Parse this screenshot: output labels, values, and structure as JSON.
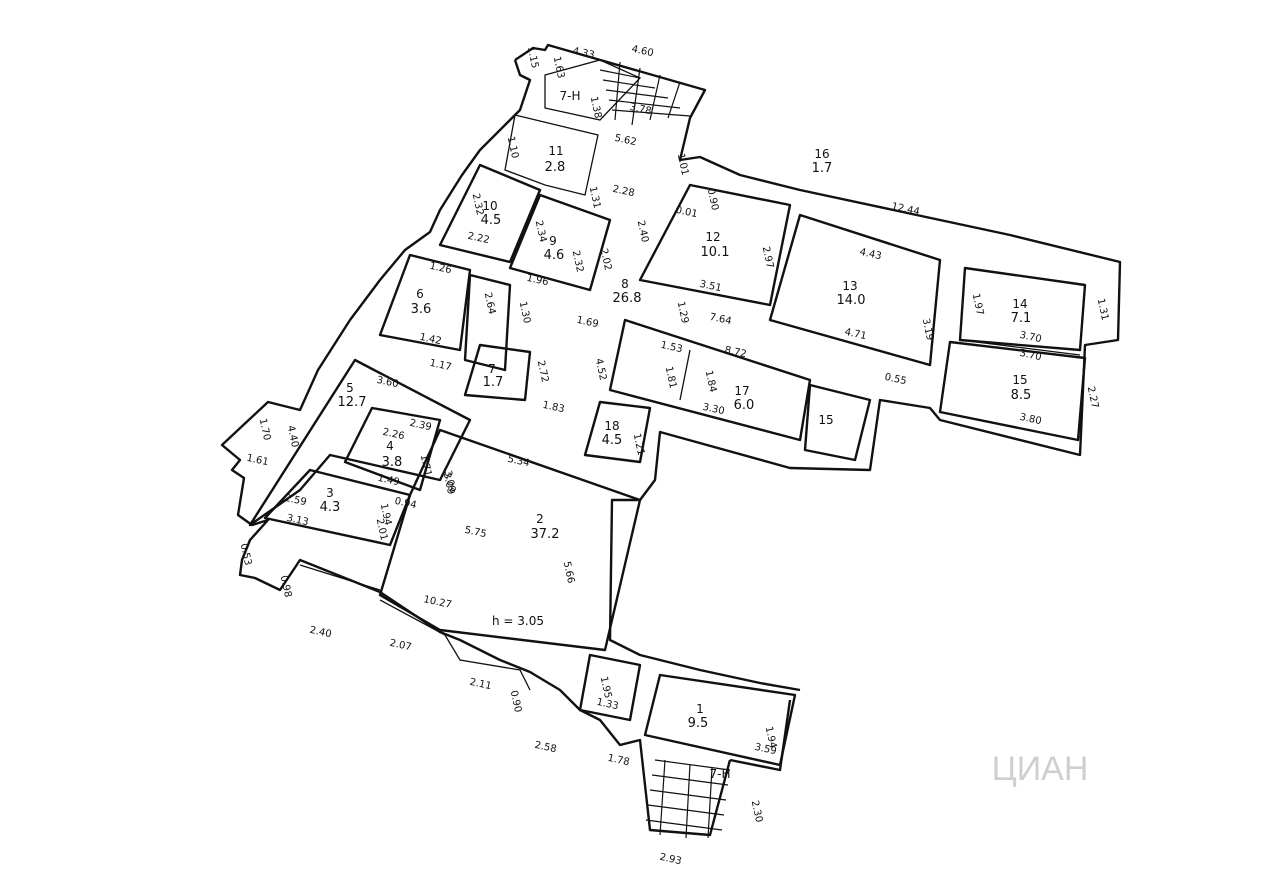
{
  "plan": {
    "ceiling_height": "h = 3.05",
    "stair_label": "7-H",
    "watermark": "ЦИАН"
  },
  "rooms": [
    {
      "id": "r1",
      "num": "1",
      "area": "9.5"
    },
    {
      "id": "r2",
      "num": "2",
      "area": "37.2"
    },
    {
      "id": "r3",
      "num": "3",
      "area": "4.3"
    },
    {
      "id": "r4",
      "num": "4",
      "area": "3.8"
    },
    {
      "id": "r5",
      "num": "5",
      "area": "12.7"
    },
    {
      "id": "r6",
      "num": "6",
      "area": "3.6"
    },
    {
      "id": "r7",
      "num": "7",
      "area": "1.7"
    },
    {
      "id": "r8",
      "num": "8",
      "area": "26.8"
    },
    {
      "id": "r9",
      "num": "9",
      "area": "4.6"
    },
    {
      "id": "r10",
      "num": "10",
      "area": "4.5"
    },
    {
      "id": "r11",
      "num": "11",
      "area": "2.8"
    },
    {
      "id": "r12",
      "num": "12",
      "area": "10.1"
    },
    {
      "id": "r13",
      "num": "13",
      "area": "14.0"
    },
    {
      "id": "r14",
      "num": "14",
      "area": "7.1"
    },
    {
      "id": "r15",
      "num": "15",
      "area": "8.5"
    },
    {
      "id": "r16",
      "num": "16",
      "area": "1.7"
    },
    {
      "id": "r17",
      "num": "17",
      "area": "6.0"
    },
    {
      "id": "r18",
      "num": "18",
      "area": "4.5"
    },
    {
      "id": "r19",
      "num": "15",
      "area": ""
    }
  ],
  "dimensions": [
    "4.33",
    "4.60",
    "1.15",
    "1.63",
    "3.78",
    "1.38",
    "5.62",
    "1.01",
    "1.10",
    "2.28",
    "1.31",
    "0.01",
    "0.90",
    "12.44",
    "2.32",
    "2.34",
    "2.22",
    "2.40",
    "2.32",
    "2.02",
    "1.96",
    "3.09",
    "2.97",
    "3.51",
    "4.43",
    "1.97",
    "1.31",
    "3.19",
    "1.26",
    "2.64",
    "1.30",
    "1.29",
    "1.69",
    "7.64",
    "4.71",
    "3.70",
    "1.42",
    "1.17",
    "2.72",
    "1.53",
    "8.72",
    "3.70",
    "1.81",
    "1.84",
    "0.55",
    "2.27",
    "3.60",
    "4.52",
    "3.30",
    "3.80",
    "1.70",
    "4.40",
    "2.39",
    "2.26",
    "1.83",
    "1.21",
    "1.61",
    "1.71",
    "5.34",
    "1.49",
    "3.09",
    "2.59",
    "1.94",
    "0.94",
    "3.13",
    "2.01",
    "5.75",
    "5.66",
    "0.53",
    "10.27",
    "0.98",
    "2.40",
    "2.07",
    "2.11",
    "0.90",
    "1.95",
    "1.33",
    "1.94",
    "3.59",
    "2.58",
    "1.78",
    "2.30",
    "2.93"
  ]
}
